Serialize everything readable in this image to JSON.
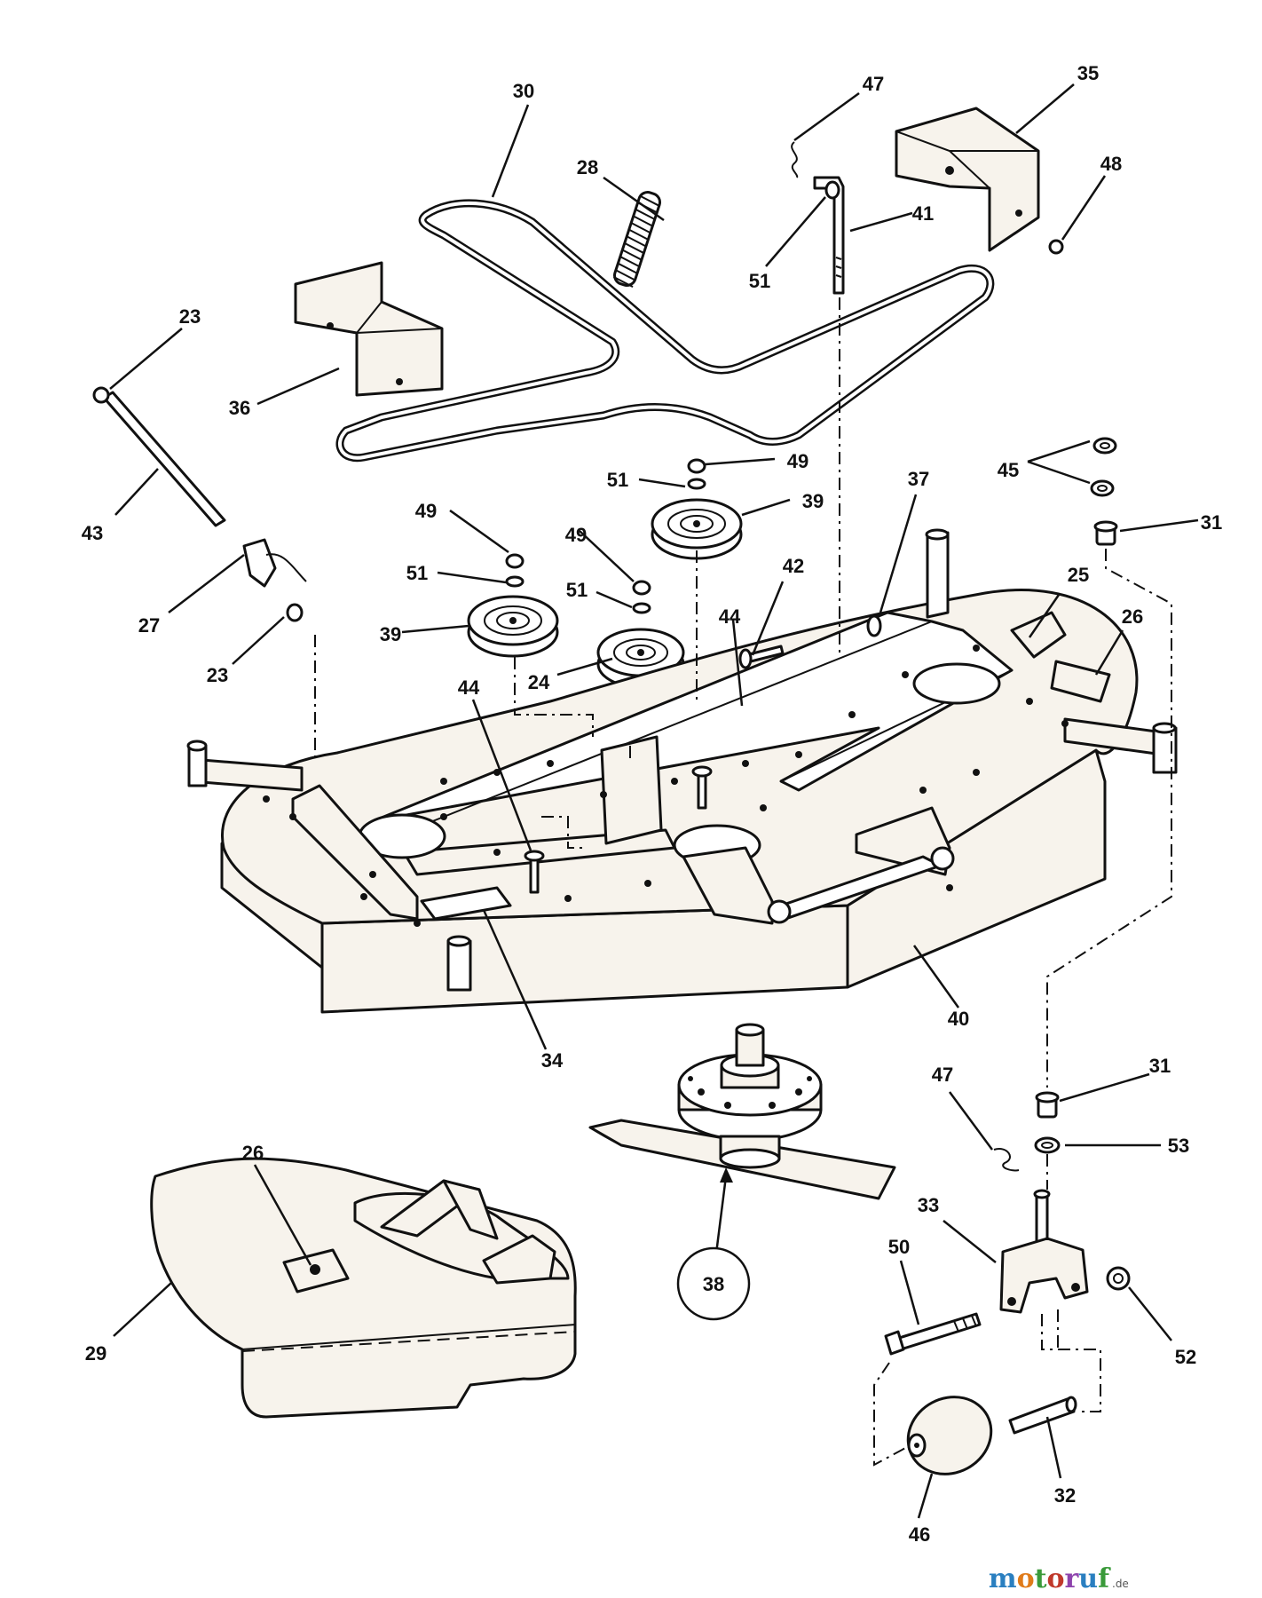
{
  "diagram": {
    "callouts": {
      "c23_top": "23",
      "c23_bottom": "23",
      "c24": "24",
      "c25": "25",
      "c26_deck": "26",
      "c26_shield": "26",
      "c27": "27",
      "c28": "28",
      "c29": "29",
      "c30": "30",
      "c31_top": "31",
      "c31_bottom": "31",
      "c32": "32",
      "c33": "33",
      "c34": "34",
      "c35": "35",
      "c36": "36",
      "c37": "37",
      "c38": "38",
      "c39_left": "39",
      "c39_right": "39",
      "c40": "40",
      "c41": "41",
      "c42": "42",
      "c43": "43",
      "c44_left": "44",
      "c44_right": "44",
      "c45": "45",
      "c46": "46",
      "c47_top": "47",
      "c47_bottom": "47",
      "c48": "48",
      "c49_left": "49",
      "c49_mid": "49",
      "c49_right": "49",
      "c50": "50",
      "c51_top": "51",
      "c51_left": "51",
      "c51_mid": "51",
      "c51_right": "51",
      "c52": "52",
      "c53": "53"
    }
  },
  "watermark": {
    "letters": [
      "m",
      "o",
      "t",
      "o",
      "r",
      "u",
      "f"
    ],
    "suffix": ".de",
    "colors": [
      "#2a7fc0",
      "#e07b1a",
      "#3a9a3a",
      "#c0392b",
      "#8e44ad",
      "#2a7fc0",
      "#3a9a3a"
    ]
  }
}
